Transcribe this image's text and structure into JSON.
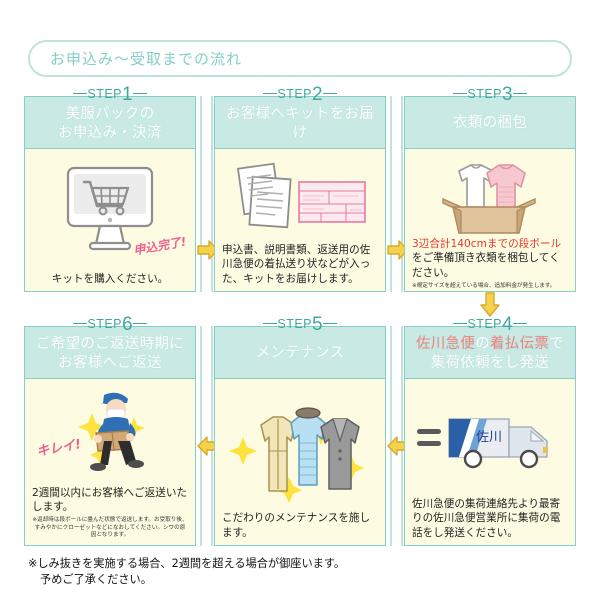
{
  "header": {
    "title": "お申込み〜受取までの流れ"
  },
  "colors": {
    "teal_border": "#86cfc6",
    "head_bg": "#c9e9e4",
    "body_bg": "#fdfce2",
    "arrow_fill": "#f5d24b",
    "arrow_stroke": "#d8a82e",
    "pink_accent": "#ef5f8e",
    "salmon": "#f0847f",
    "red_text": "#e8372c",
    "step_label": "#3fa9a0"
  },
  "step_word": "STEP",
  "steps": [
    {
      "number": "1",
      "title_lines": [
        "美服パックの",
        "お申込み・決済"
      ],
      "icon": "monitor-cart-icon",
      "badge": "申込完了!",
      "description": "キットを購入ください。",
      "note": ""
    },
    {
      "number": "2",
      "title_lines": [
        "お客様へキットをお届け"
      ],
      "icon": "documents-invoice-icon",
      "badge": "",
      "description": "申込書、説明書類、返送用の佐川急便の着払送り状などが入った、キットをお届けします。",
      "note": ""
    },
    {
      "number": "3",
      "title_lines": [
        "衣類の梱包"
      ],
      "icon": "box-clothes-icon",
      "badge": "",
      "description_red": "3辺合計140cmまでの段ボール",
      "description": "をご準備頂き衣類を梱包してください。",
      "note": "※規定サイズを超えている場合、追加料金が発生します。"
    },
    {
      "number": "4",
      "title_parts": [
        {
          "text": "佐川急便",
          "style": "pink"
        },
        {
          "text": "の",
          "style": "white"
        },
        {
          "text": "着払伝票",
          "style": "pink"
        },
        {
          "text": "で",
          "style": "white"
        }
      ],
      "title_line2": "集荷依頼をし発送",
      "icon": "delivery-truck-icon",
      "truck_label": "佐川",
      "badge": "",
      "description": "佐川急便の集荷連絡先より最寄りの佐川急便営業所に集荷の電話をし発送ください。",
      "note": ""
    },
    {
      "number": "5",
      "title_lines": [
        "メンテナンス"
      ],
      "icon": "coats-sparkle-icon",
      "badge": "",
      "description": "こだわりのメンテナンスを施します。",
      "note": ""
    },
    {
      "number": "6",
      "title_lines": [
        "ご希望のご返送時期に",
        "お客様へご返送"
      ],
      "icon": "delivery-person-icon",
      "badge": "キレイ!",
      "description": "2週間以内にお客様へご返送いたします。",
      "note": "※返却時は段ボールに畳んだ状態で返送します。お受取り後、すみやかにクローゼットなどになおしてください。シワの原因となります。"
    }
  ],
  "arrows": [
    {
      "name": "arrow-step1-to-step2",
      "direction": "right"
    },
    {
      "name": "arrow-step2-to-step3",
      "direction": "right"
    },
    {
      "name": "arrow-step3-to-step4",
      "direction": "down"
    },
    {
      "name": "arrow-step4-to-step5",
      "direction": "left"
    },
    {
      "name": "arrow-step5-to-step6",
      "direction": "left"
    }
  ],
  "footer": {
    "line1": "※しみ抜きを実施する場合、2週間を超える場合が御座います。",
    "line2": "予めご了承ください。"
  }
}
